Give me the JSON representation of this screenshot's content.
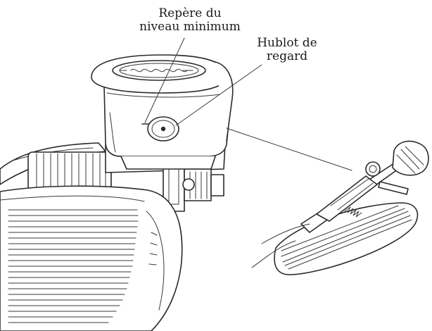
{
  "callouts": {
    "min_level": {
      "lines": [
        "Repère du",
        "niveau minimum"
      ]
    },
    "sight_glass": {
      "lines": [
        "Hublot de",
        "regard"
      ]
    }
  }
}
